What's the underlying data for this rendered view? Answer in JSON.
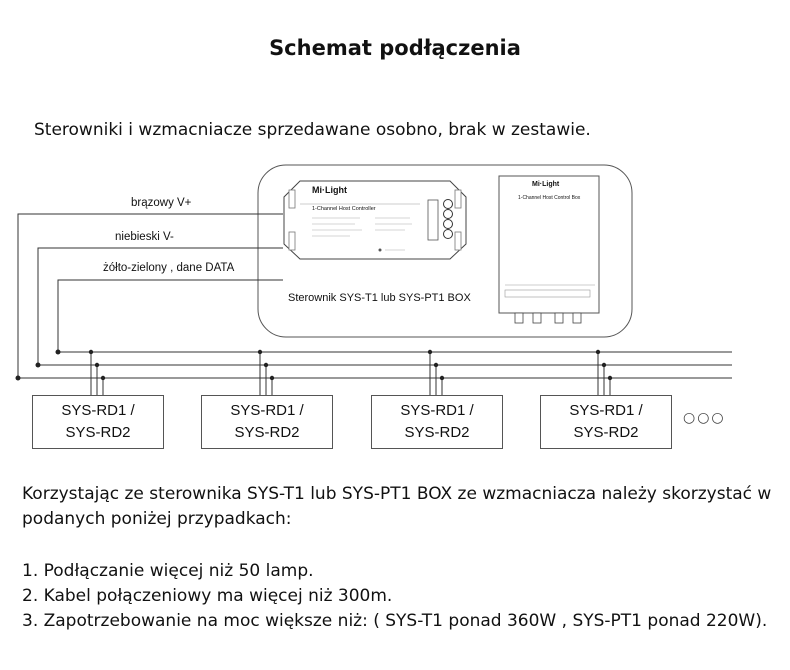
{
  "title": "Schemat podłączenia",
  "note": "Sterowniki i wzmacniacze sprzedawane osobno, brak w zestawie.",
  "wires": {
    "v_plus": "brązowy V+",
    "v_minus": "niebieski  V-",
    "data": "żółto-zielony , dane  DATA"
  },
  "controller": {
    "label": "Sterownik SYS-T1 lub SYS-PT1 BOX",
    "brand": "Mi·Light",
    "t1_name": "1-Channel Host Controller",
    "box_name": "1-Channel Host Control Box"
  },
  "receivers": [
    {
      "line1": "SYS-RD1 /",
      "line2": "SYS-RD2"
    },
    {
      "line1": "SYS-RD1 /",
      "line2": "SYS-RD2"
    },
    {
      "line1": "SYS-RD1 /",
      "line2": "SYS-RD2"
    },
    {
      "line1": "SYS-RD1 /",
      "line2": "SYS-RD2"
    }
  ],
  "more_symbol": "○○○",
  "instructions": {
    "intro_1": "Korzystając ze sterownika SYS-T1 lub SYS-PT1 BOX ze wzmacniacza należy skorzystać w",
    "intro_2": "podanych poniżej przypadkach:",
    "items": [
      "1. Podłączanie więcej niż 50 lamp.",
      "2. Kabel połączeniowy ma więcej niż 300m.",
      "3. Zapotrzebowanie na moc większe niż: ( SYS-T1 ponad 360W , SYS-PT1 ponad 220W)."
    ]
  }
}
